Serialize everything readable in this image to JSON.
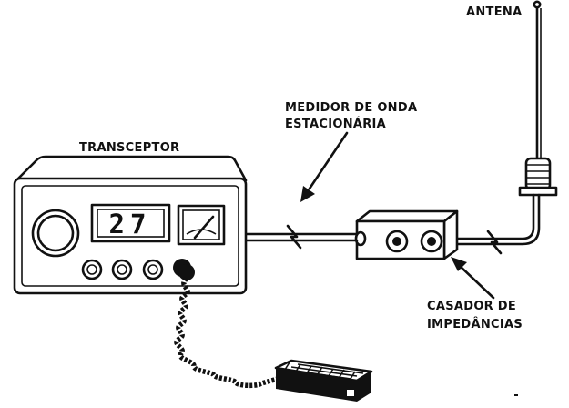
{
  "labels": {
    "antenna": "ANTENA",
    "swr_meter_line1": "MEDIDOR DE ONDA",
    "swr_meter_line2": "ESTACIONÁRIA",
    "transceiver": "TRANSCEPTOR",
    "matcher_line1": "CASADOR DE",
    "matcher_line2": "IMPEDÂNCIAS"
  },
  "display": {
    "channel": "27"
  }
}
